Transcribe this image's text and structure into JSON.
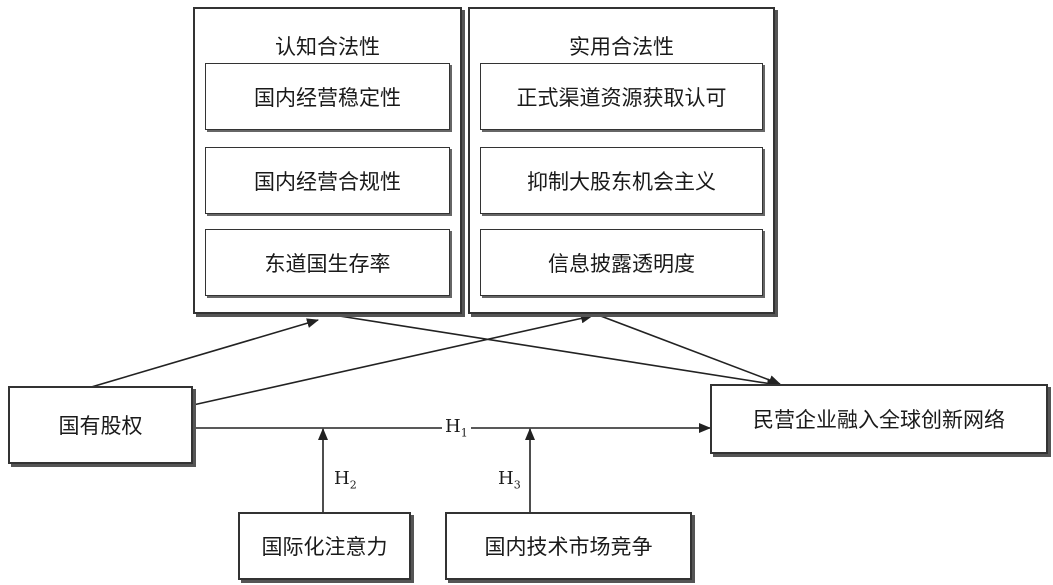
{
  "groups": {
    "cognitive": {
      "title": "认知合法性",
      "items": [
        "国内经营稳定性",
        "国内经营合规性",
        "东道国生存率"
      ]
    },
    "pragmatic": {
      "title": "实用合法性",
      "items": [
        "正式渠道资源获取认可",
        "抑制大股东机会主义",
        "信息披露透明度"
      ]
    }
  },
  "nodes": {
    "independent": "国有股权",
    "dependent": "民营企业融入全球创新网络",
    "moderator1": "国际化注意力",
    "moderator2": "国内技术市场竞争"
  },
  "hypotheses": {
    "h1": {
      "letter": "H",
      "num": "1"
    },
    "h2": {
      "letter": "H",
      "num": "2"
    },
    "h3": {
      "letter": "H",
      "num": "3"
    }
  }
}
